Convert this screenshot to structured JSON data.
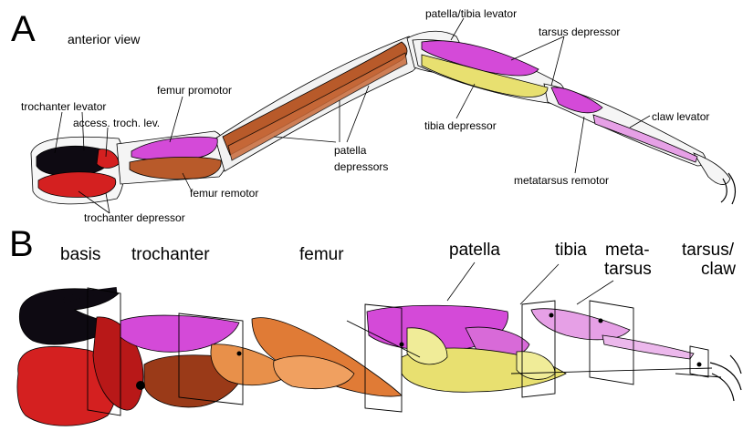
{
  "panel_a": {
    "letter": "A",
    "view": "anterior view",
    "labels": {
      "trochanter_levator": "trochanter levator",
      "access_troch_lev": "access. troch. lev.",
      "femur_promotor": "femur promotor",
      "patella_tibia_levator": "patella/tibia levator",
      "tarsus_depressor": "tarsus depressor",
      "tibia_depressor": "tibia depressor",
      "claw_levator": "claw levator",
      "patella_depressors_1": "patella",
      "patella_depressors_2": "depressors",
      "femur_remotor": "femur remotor",
      "metatarsus_remotor": "metatarsus remotor",
      "trochanter_depressor": "trochanter depressor"
    }
  },
  "panel_b": {
    "letter": "B",
    "segments": {
      "basis": "basis",
      "trochanter": "trochanter",
      "femur": "femur",
      "patella": "patella",
      "tibia": "tibia",
      "metatarsus_1": "meta-",
      "metatarsus_2": "tarsus",
      "tarsus_claw_1": "tarsus/",
      "tarsus_claw_2": "claw"
    }
  },
  "colors": {
    "levator_magenta": "#d44ad8",
    "depressor_red": "#d42020",
    "femur_brown": "#b85a2a",
    "femur_orange": "#e07b36",
    "tibia_yellow": "#e8e070",
    "metatarsus_pink": "#e6a0e6",
    "black_muscle": "#0e0a12"
  }
}
